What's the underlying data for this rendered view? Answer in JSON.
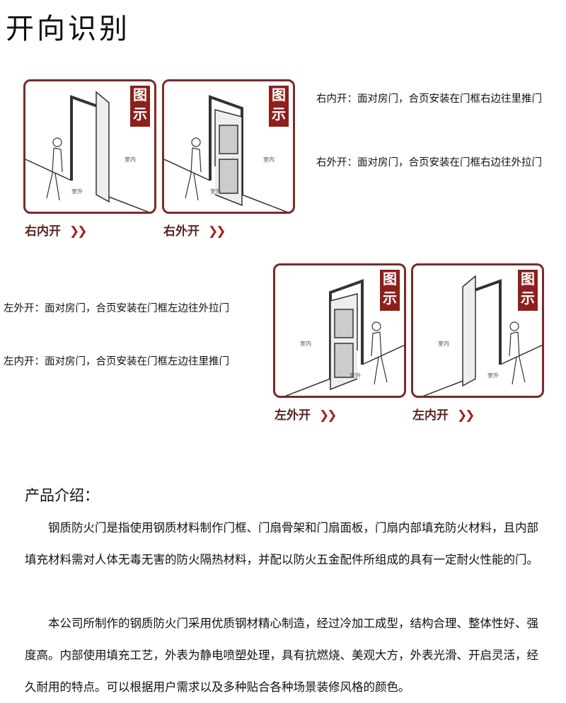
{
  "title": "开向识别",
  "panels": [
    {
      "badge_top": "图",
      "badge_bottom": "示",
      "label": "右内开",
      "arrow": "❯❯",
      "room_in": "室内",
      "room_out": "室外"
    },
    {
      "badge_top": "图",
      "badge_bottom": "示",
      "label": "右外开",
      "arrow": "❯❯",
      "room_in": "室内",
      "room_out": "室外"
    },
    {
      "badge_top": "图",
      "badge_bottom": "示",
      "label": "左外开",
      "arrow": "❯❯",
      "room_in": "室内",
      "room_out": "室外"
    },
    {
      "badge_top": "图",
      "badge_bottom": "示",
      "label": "左内开",
      "arrow": "❯❯",
      "room_in": "室内",
      "room_out": "室外"
    }
  ],
  "descriptions": {
    "right_in": "右内开：面对房门，合页安装在门框右边往里推门",
    "right_out": "右外开：面对房门，合页安装在门框右边往外拉门",
    "left_out": "左外开：面对房门，合页安装在门框左边往外拉门",
    "left_in": "左内开：面对房门，合页安装在门框左边往里推门"
  },
  "intro": {
    "heading": "产品介绍：",
    "paragraphs": [
      "钢质防火门是指使用钢质材料制作门框、门扇骨架和门扇面板，门扇内部填充防火材料，且内部填充材料需对人体无毒无害的防火隔热材料，并配以防火五金配件所组成的具有一定耐火性能的门。",
      "本公司所制作的钢质防火门采用优质钢材精心制造，经过冷加工成型，结构合理、整体性好、强度高。内部使用填充工艺，外表为静电喷塑处理，具有抗燃烧、美观大方，外表光滑、开启灵活，经久耐用的特点。可以根据用户需求以及多种贴合各种场景装修风格的颜色。"
    ]
  }
}
